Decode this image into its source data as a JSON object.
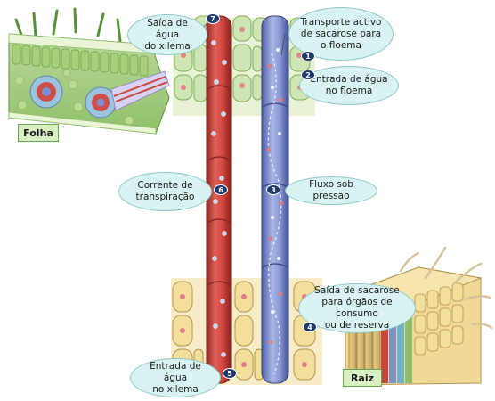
{
  "labels": {
    "saida_xilema": "Saída de água\ndo xilema",
    "transporte_activo": "Transporte activo\nde sacarose para\no floema",
    "entrada_floema": "Entrada de água\nno floema",
    "corrente_transpiracao": "Corrente de\ntranspiração",
    "fluxo_pressao": "Fluxo sob pressão",
    "saida_sacarose": "Saída de sacarose\npara órgãos de consumo\nou de reserva",
    "entrada_xilema": "Entrada de água\nno xilema"
  },
  "tags": {
    "folha": "Folha",
    "raiz": "Raiz"
  },
  "steps": {
    "s1": "1",
    "s2": "2",
    "s3": "3",
    "s4": "4",
    "s5": "5",
    "s6": "6",
    "s7": "7"
  },
  "colors": {
    "bubble_fill": "#d8f3f2",
    "xylem_red": "#c8453e",
    "phloem_blue": "#7f8fc9",
    "mesophyll_green": "#cfe6b4",
    "root_cell_yellow": "#f2df9c",
    "badge_navy": "#1d3a6b"
  }
}
